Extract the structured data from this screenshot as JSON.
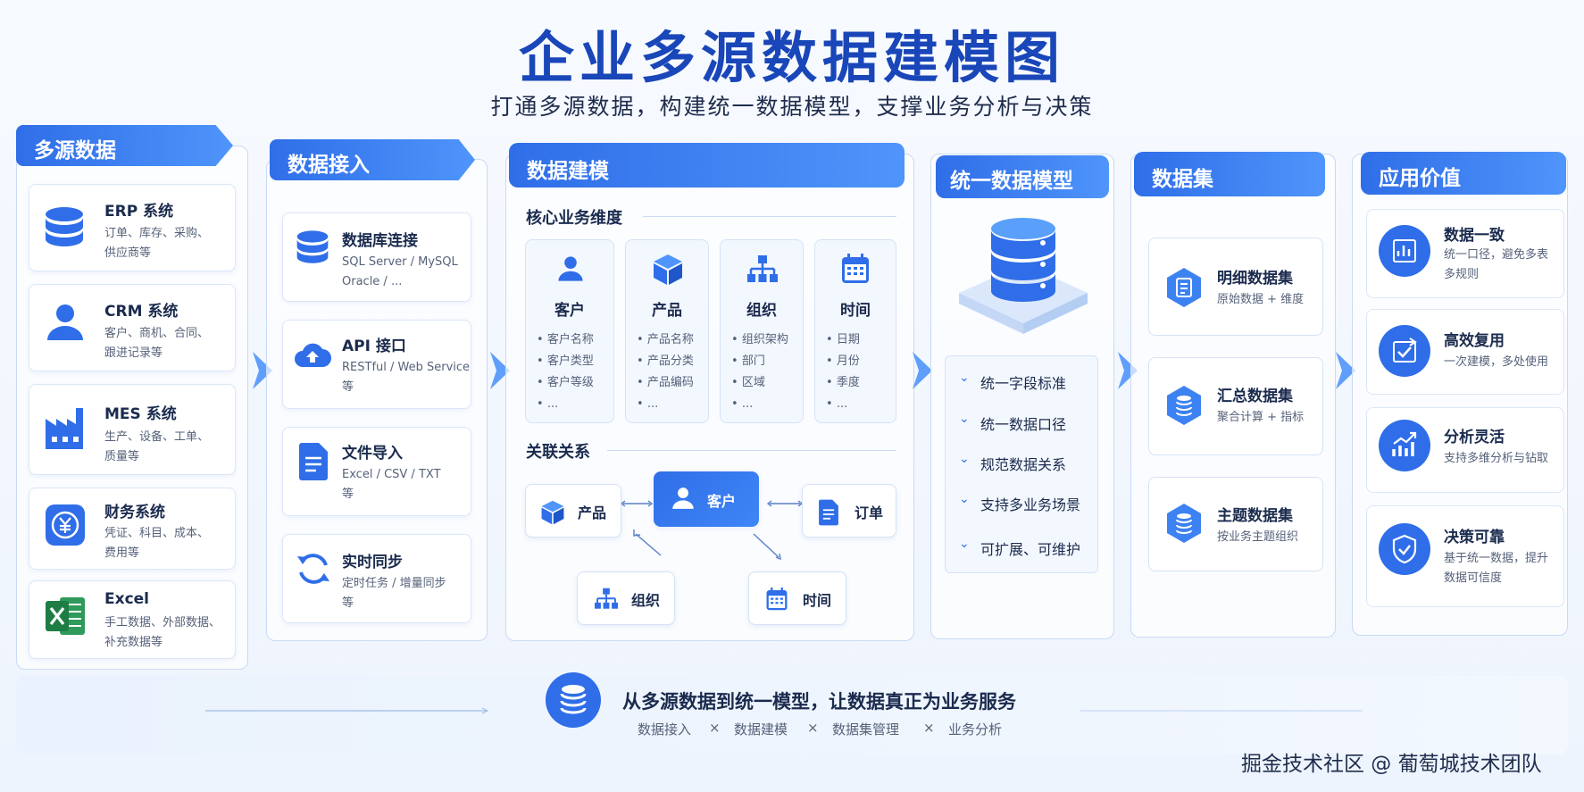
{
  "header": {
    "title": "企业多源数据建模图",
    "subtitle": "打通多源数据，构建统一数据模型，支撑业务分析与决策"
  },
  "sources": {
    "heading": "多源数据",
    "items": [
      {
        "title": "ERP 系统",
        "desc1": "订单、库存、采购、",
        "desc2": "供应商等",
        "icon": "database-icon"
      },
      {
        "title": "CRM 系统",
        "desc1": "客户、商机、合同、",
        "desc2": "跟进记录等",
        "icon": "user-icon"
      },
      {
        "title": "MES 系统",
        "desc1": "生产、设备、工单、",
        "desc2": "质量等",
        "icon": "factory-icon"
      },
      {
        "title": "财务系统",
        "desc1": "凭证、科目、成本、",
        "desc2": "费用等",
        "icon": "yuan-icon"
      },
      {
        "title": "Excel",
        "desc1": "手工数据、外部数据、",
        "desc2": "补充数据等",
        "icon": "excel-icon"
      }
    ]
  },
  "ingest": {
    "heading": "数据接入",
    "items": [
      {
        "title": "数据库连接",
        "desc1": "SQL Server / MySQL",
        "desc2": "Oracle / ...",
        "icon": "database-icon"
      },
      {
        "title": "API 接口",
        "desc1": "RESTful / Web Service",
        "desc2": "等",
        "icon": "cloud-upload-icon"
      },
      {
        "title": "文件导入",
        "desc1": "Excel / CSV / TXT",
        "desc2": "等",
        "icon": "file-icon"
      },
      {
        "title": "实时同步",
        "desc1": "定时任务 / 增量同步",
        "desc2": "等",
        "icon": "sync-icon"
      }
    ]
  },
  "modeling": {
    "heading": "数据建模",
    "dims_heading": "核心业务维度",
    "dims": [
      {
        "name": "客户",
        "items": [
          "客户名称",
          "客户类型",
          "客户等级",
          "..."
        ]
      },
      {
        "name": "产品",
        "items": [
          "产品名称",
          "产品分类",
          "产品编码",
          "..."
        ]
      },
      {
        "name": "组织",
        "items": [
          "组织架构",
          "部门",
          "区域",
          "..."
        ]
      },
      {
        "name": "时间",
        "items": [
          "日期",
          "月份",
          "季度",
          "..."
        ]
      }
    ],
    "rel_heading": "关联关系",
    "nodes": {
      "product": "产品",
      "customer": "客户",
      "order": "订单",
      "org": "组织",
      "time": "时间"
    }
  },
  "unified": {
    "heading": "统一数据模型",
    "features": [
      "统一字段标准",
      "统一数据口径",
      "规范数据关系",
      "支持多业务场景",
      "可扩展、可维护"
    ]
  },
  "datasets": {
    "heading": "数据集",
    "items": [
      {
        "title": "明细数据集",
        "desc": "原始数据 + 维度"
      },
      {
        "title": "汇总数据集",
        "desc": "聚合计算 + 指标"
      },
      {
        "title": "主题数据集",
        "desc": "按业务主题组织"
      }
    ]
  },
  "value": {
    "heading": "应用价值",
    "items": [
      {
        "title": "数据一致",
        "desc1": "统一口径，避免多表",
        "desc2": "多规则"
      },
      {
        "title": "高效复用",
        "desc1": "一次建模，多处使用",
        "desc2": ""
      },
      {
        "title": "分析灵活",
        "desc1": "支持多维分析与钻取",
        "desc2": ""
      },
      {
        "title": "决策可靠",
        "desc1": "基于统一数据，提升",
        "desc2": "数据可信度"
      }
    ]
  },
  "footer": {
    "title": "从多源数据到统一模型，让数据真正为业务服务",
    "steps": [
      "数据接入",
      "数据建模",
      "数据集管理",
      "业务分析"
    ],
    "sep": "×"
  },
  "watermark": "掘金技术社区 @ 葡萄城技术团队",
  "colors": {
    "primary": "#2f6ee8",
    "title": "#1946b8",
    "excel": "#1e7d45"
  }
}
